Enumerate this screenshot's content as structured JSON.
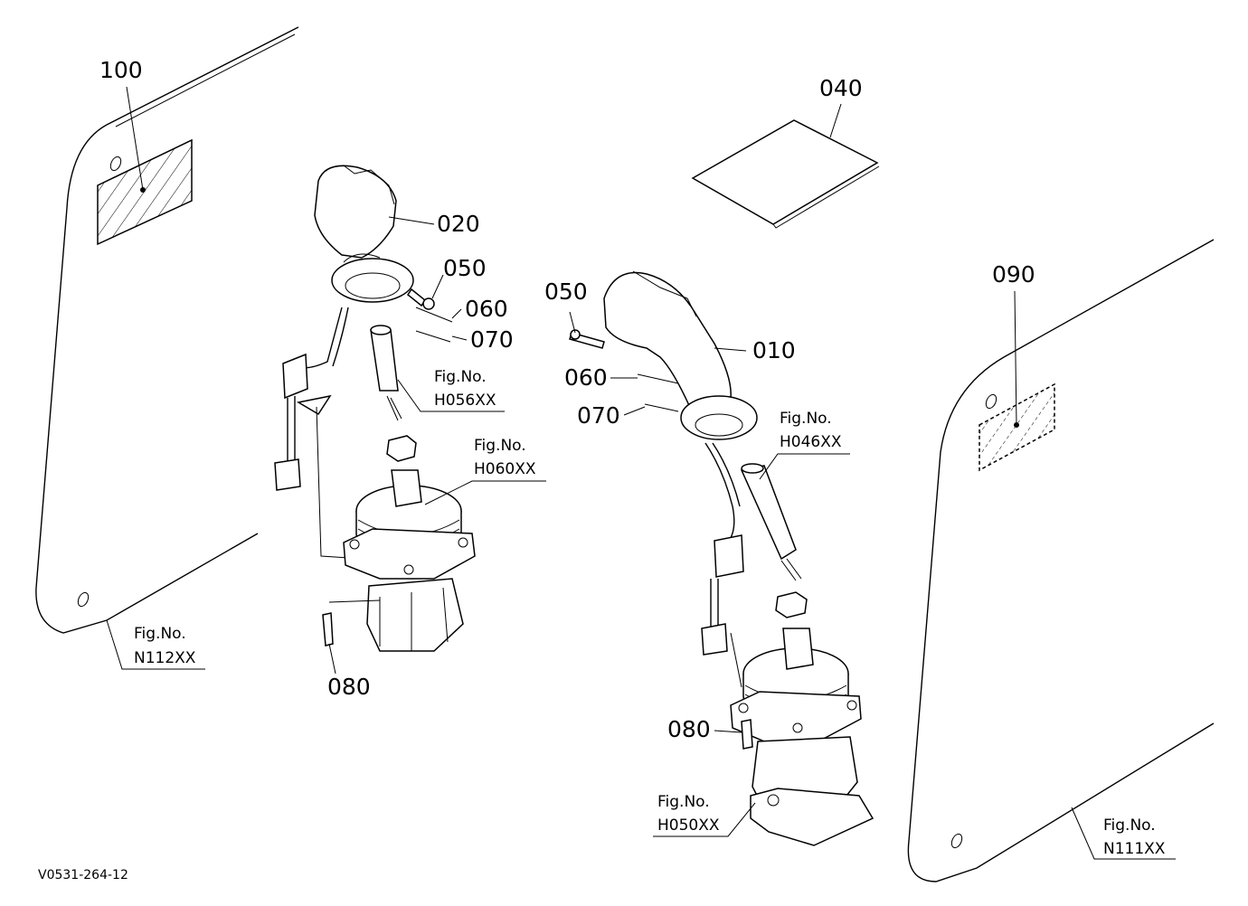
{
  "drawing_code": "V0531-264-12",
  "parts": {
    "p100": "100",
    "p020": "020",
    "p050_left": "050",
    "p060_left": "060",
    "p070_left": "070",
    "p080_left": "080",
    "p040": "040",
    "p050_right": "050",
    "p010": "010",
    "p060_right": "060",
    "p070_right": "070",
    "p080_right": "080",
    "p090": "090"
  },
  "figure_refs": [
    {
      "label": "Fig.No.",
      "code": "H056XX"
    },
    {
      "label": "Fig.No.",
      "code": "H060XX"
    },
    {
      "label": "Fig.No.",
      "code": "N112XX"
    },
    {
      "label": "Fig.No.",
      "code": "H046XX"
    },
    {
      "label": "Fig.No.",
      "code": "H050XX"
    },
    {
      "label": "Fig.No.",
      "code": "N111XX"
    }
  ]
}
